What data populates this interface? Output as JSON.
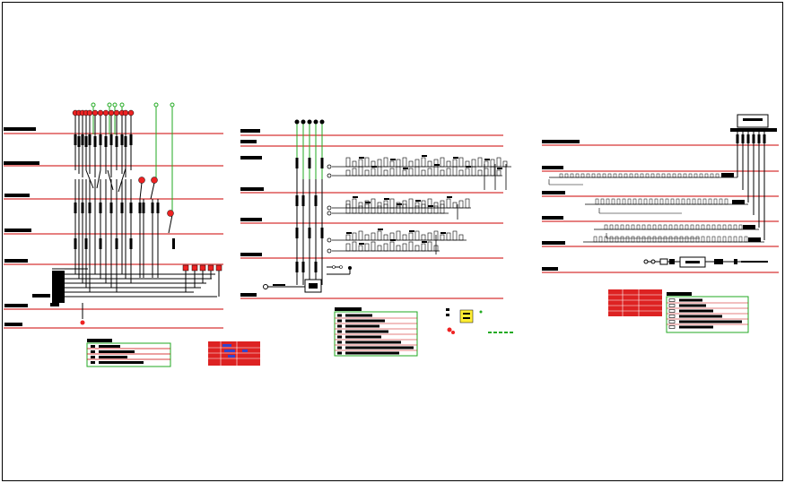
{
  "drawing": {
    "colors": {
      "floor_line": "#cc0000",
      "riser": "#22aa22",
      "ink": "#000000",
      "device_red": "#ee2222",
      "legend_border": "#22aa22",
      "highlight_yellow": "#ffee33",
      "table_red": "#dd2222",
      "table_blue": "#3344cc"
    },
    "panels": [
      {
        "id": "left-riser-diagram",
        "floor_count": 7,
        "riser_count": 4
      },
      {
        "id": "center-riser-diagram",
        "floor_count": 5,
        "riser_count": 5
      },
      {
        "id": "right-riser-diagram",
        "floor_count": 5,
        "riser_count": 6
      }
    ],
    "legends": [
      {
        "id": "left-legend",
        "row_count": 4
      },
      {
        "id": "center-legend",
        "row_count": 8
      },
      {
        "id": "right-legend",
        "row_count": 6
      }
    ]
  }
}
